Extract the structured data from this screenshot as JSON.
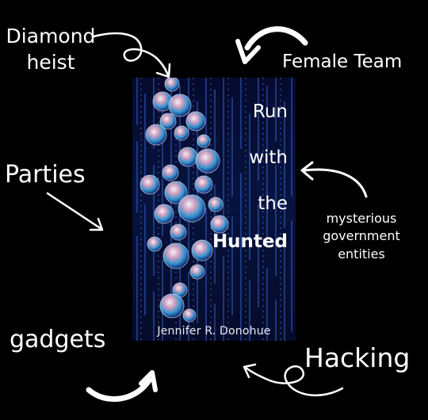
{
  "labels": {
    "diamond_heist_line1": "Diamond",
    "diamond_heist_line2": "heist",
    "female_team": "Female Team",
    "parties": "Parties",
    "mysterious_line1": "mysterious",
    "mysterious_line2": "government",
    "mysterious_line3": "entities",
    "gadgets": "gadgets",
    "hacking": "Hacking"
  },
  "book": {
    "title_line1": "Run",
    "title_line2": "with",
    "title_line3": "the",
    "title_line4": "Hunted",
    "author": "Jennifer R. Donohue"
  },
  "colors": {
    "background": "#000000",
    "text": "#ffffff",
    "cover_bg": "#06103a",
    "rain": "#3c6bd8",
    "bubble_pink": "#f2b8d6",
    "bubble_blue": "#3aa8e8"
  }
}
